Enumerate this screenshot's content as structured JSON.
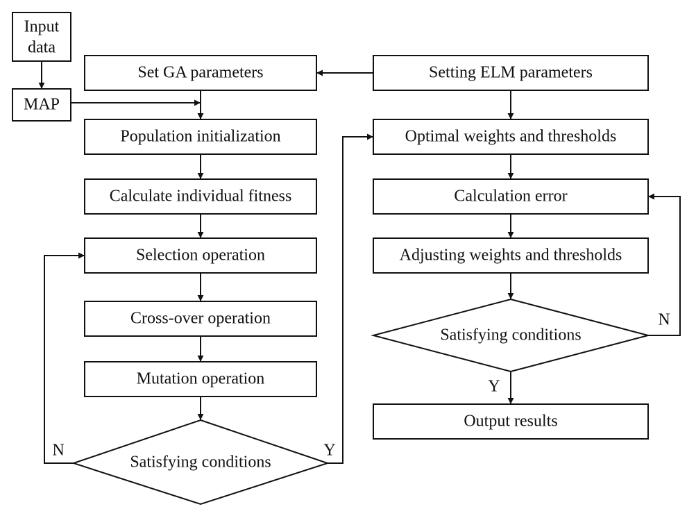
{
  "diagram": {
    "nodes": {
      "input_data": [
        "Input",
        "data"
      ],
      "map": "MAP",
      "set_ga": "Set GA parameters",
      "pop_init": "Population initialization",
      "calc_fitness": "Calculate individual fitness",
      "selection": "Selection operation",
      "crossover": "Cross-over operation",
      "mutation": "Mutation operation",
      "cond_left": "Satisfying conditions",
      "setting_elm": "Setting ELM parameters",
      "optimal_wt": "Optimal weights and thresholds",
      "calc_error": "Calculation error",
      "adjust_wt": "Adjusting weights and thresholds",
      "cond_right": "Satisfying conditions",
      "output": "Output results"
    },
    "edge_labels": {
      "left_no": "N",
      "left_yes": "Y",
      "right_no": "N",
      "right_yes": "Y"
    }
  }
}
